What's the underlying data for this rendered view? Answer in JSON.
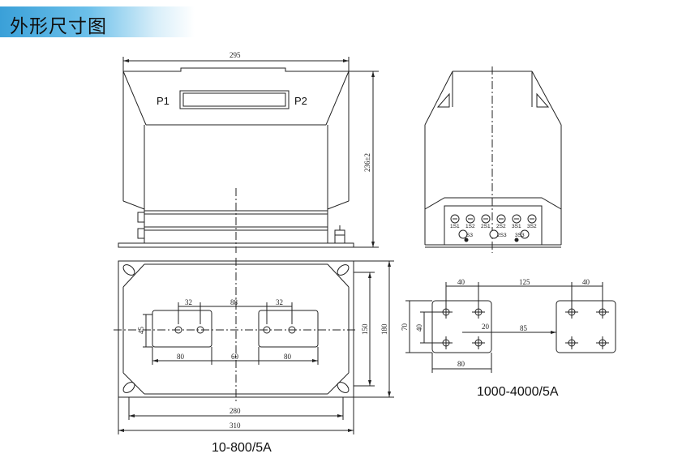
{
  "header": {
    "title": "外形尺寸图"
  },
  "front_view": {
    "terminal_left": "P1",
    "terminal_right": "P2",
    "dim_width": "295",
    "dim_height": "236±2"
  },
  "side_view": {
    "terminal_labels": [
      "1S1",
      "1S2",
      "2S1",
      "2S2",
      "3S1",
      "3S2"
    ],
    "terminal_labels_lower": [
      "S3",
      "2S3",
      "3S3"
    ]
  },
  "top_view": {
    "dim_32_left": "32",
    "dim_88": "88",
    "dim_32_right": "32",
    "dim_45": "45",
    "dim_80_left": "80",
    "dim_60": "60",
    "dim_80_right": "80",
    "dim_150": "150",
    "dim_180": "180",
    "dim_280": "280",
    "dim_310": "310",
    "caption": "10-800/5A"
  },
  "busbar_view": {
    "dim_40_left": "40",
    "dim_125": "125",
    "dim_40_right": "40",
    "dim_70": "70",
    "dim_40_v": "40",
    "dim_20": "20",
    "dim_85": "85",
    "dim_80": "80",
    "caption": "1000-4000/5A"
  }
}
